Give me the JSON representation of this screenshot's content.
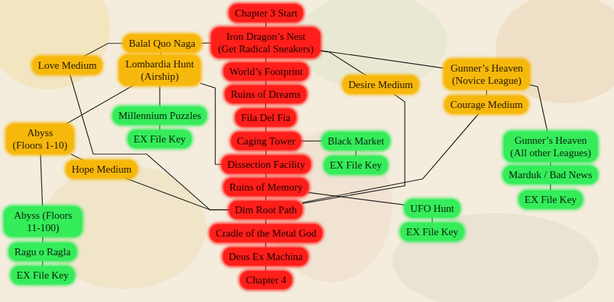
{
  "diagram": {
    "nodes": [
      {
        "text": [
          "Chapter 3 Start"
        ]
      },
      {
        "text": [
          "Iron Dragon’s Nest (Get Radical Sneakers)"
        ]
      },
      {
        "text": [
          "Balal Quo Naga"
        ]
      },
      {
        "text": [
          "Love Medium"
        ]
      },
      {
        "text": [
          "Lombardia Hunt (Airship)"
        ]
      },
      {
        "text": [
          "World’s Footprint"
        ]
      },
      {
        "text": [
          "Gunner’s Heaven (Novice League)"
        ]
      },
      {
        "text": [
          "Desire Medium"
        ]
      },
      {
        "text": [
          "Ruins of Dreams"
        ]
      },
      {
        "text": [
          "Courage Medium"
        ]
      },
      {
        "text": [
          "Millennium Puzzles"
        ]
      },
      {
        "text": [
          "Fila Del Fia"
        ]
      },
      {
        "text": [
          "Abyss (Floors 1-10)"
        ]
      },
      {
        "text": [
          "EX File Key"
        ]
      },
      {
        "text": [
          "Caging Tower"
        ]
      },
      {
        "text": [
          "Black Market"
        ]
      },
      {
        "text": [
          "Gunner’s Heaven (All other Leagues)"
        ]
      },
      {
        "text": [
          "Dissection Facility"
        ]
      },
      {
        "text": [
          "EX File Key"
        ]
      },
      {
        "text": [
          "Hope Medium"
        ]
      },
      {
        "text": [
          "Marduk / Bad News"
        ]
      },
      {
        "text": [
          "Ruins of Memory"
        ]
      },
      {
        "text": [
          "EX File Key"
        ]
      },
      {
        "text": [
          "Dim Root Path"
        ]
      },
      {
        "text": [
          "UFO Hunt"
        ]
      },
      {
        "text": [
          "Abyss (Floors 11-100)"
        ]
      },
      {
        "text": [
          "Cradle of the Metal God"
        ]
      },
      {
        "text": [
          "EX File Key"
        ]
      },
      {
        "text": [
          "Ragu o Ragla"
        ]
      },
      {
        "text": [
          "Deus Ex Machina"
        ]
      },
      {
        "text": [
          "EX File Key"
        ]
      },
      {
        "text": [
          "Chapter 4"
        ]
      }
    ],
    "edges": [
      {
        "from": 0,
        "to": 1,
        "arrow": "none"
      },
      {
        "from": 1,
        "to": 5,
        "arrow": "none"
      },
      {
        "from": 5,
        "to": 8,
        "arrow": "none"
      },
      {
        "from": 8,
        "to": 11,
        "arrow": "none"
      },
      {
        "from": 11,
        "to": 14,
        "arrow": "none"
      },
      {
        "from": 14,
        "to": 17,
        "arrow": "none"
      },
      {
        "from": 17,
        "to": 21,
        "arrow": "none"
      },
      {
        "from": 21,
        "to": 23,
        "arrow": "none"
      },
      {
        "from": 23,
        "to": 26,
        "arrow": "none"
      },
      {
        "from": 26,
        "to": 29,
        "arrow": "none"
      },
      {
        "from": 29,
        "to": 31,
        "arrow": "none"
      },
      {
        "from": 1,
        "to": 2,
        "arrow": "none"
      },
      {
        "from": 2,
        "to": 3,
        "arrow": "none"
      },
      {
        "from": 2,
        "to": 4,
        "arrow": "none"
      },
      {
        "from": 4,
        "to": 10,
        "arrow": "none"
      },
      {
        "from": 10,
        "to": 13,
        "arrow": "none"
      },
      {
        "from": 4,
        "to": 12,
        "arrow": "none"
      },
      {
        "from": 4,
        "to": 17,
        "arrow": "none"
      },
      {
        "from": 3,
        "to": 23,
        "arrow": "none"
      },
      {
        "from": 12,
        "to": 19,
        "arrow": "none"
      },
      {
        "from": 12,
        "to": 25,
        "arrow": "none"
      },
      {
        "from": 25,
        "to": 28,
        "arrow": "none"
      },
      {
        "from": 28,
        "to": 30,
        "arrow": "none"
      },
      {
        "from": 19,
        "to": 23,
        "arrow": "none"
      },
      {
        "from": 1,
        "to": 7,
        "arrow": "none"
      },
      {
        "from": 1,
        "to": 6,
        "arrow": "none"
      },
      {
        "from": 6,
        "to": 9,
        "arrow": "none"
      },
      {
        "from": 6,
        "to": 16,
        "arrow": "none"
      },
      {
        "from": 16,
        "to": 20,
        "arrow": "none"
      },
      {
        "from": 20,
        "to": 22,
        "arrow": "none"
      },
      {
        "from": 7,
        "to": 23,
        "arrow": "none"
      },
      {
        "from": 9,
        "to": 23,
        "arrow": "none"
      },
      {
        "from": 21,
        "to": 24,
        "arrow": "none"
      },
      {
        "from": 24,
        "to": 27,
        "arrow": "none"
      },
      {
        "from": 14,
        "to": 15,
        "arrow": "none"
      },
      {
        "from": 15,
        "to": 18,
        "arrow": "none"
      }
    ]
  }
}
